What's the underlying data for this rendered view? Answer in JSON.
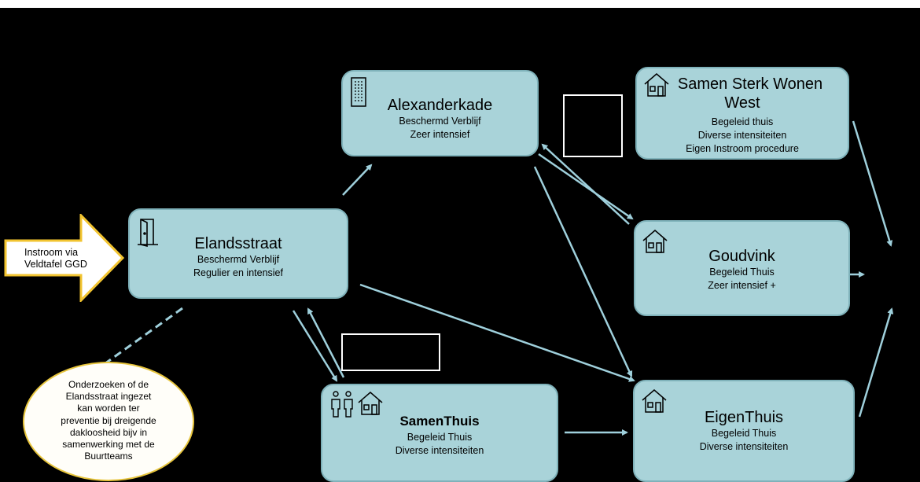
{
  "instroom": {
    "line1": "Instroom via",
    "line2": "Veldtafel GGD"
  },
  "note": {
    "lines": [
      "Onderzoeken of de",
      "Elandsstraat ingezet",
      "kan worden ter",
      "preventie bij dreigende",
      "dakloosheid bijv in",
      "samenwerking met de",
      "Buurtteams"
    ]
  },
  "nodes": {
    "elandsstraat": {
      "title": "Elandsstraat",
      "lines": [
        "Beschermd Verblijf",
        "Regulier en intensief"
      ],
      "icon": "door-icon"
    },
    "alexanderkade": {
      "title": "Alexanderkade",
      "lines": [
        "Beschermd Verblijf",
        "Zeer intensief"
      ],
      "icon": "building-icon"
    },
    "samen_sterk": {
      "title_lines": [
        "Samen Sterk Wonen",
        "West"
      ],
      "lines": [
        "Begeleid thuis",
        "Diverse intensiteiten",
        "Eigen Instroom procedure"
      ],
      "icon": "house-icon"
    },
    "goudvink": {
      "title": "Goudvink",
      "lines": [
        "Begeleid Thuis",
        "Zeer intensief +"
      ],
      "icon": "house-icon"
    },
    "samenthuis": {
      "title": "SamenThuis",
      "lines": [
        "Begeleid Thuis",
        "Diverse intensiteiten"
      ],
      "icons": [
        "people-icon",
        "house-icon"
      ]
    },
    "eigenthuis": {
      "title": "EigenThuis",
      "lines": [
        "Begeleid Thuis",
        "Diverse intensiteiten"
      ],
      "icon": "house-icon"
    }
  },
  "colors": {
    "box_fill": "#a9d3d9",
    "box_border": "#7fb2ba",
    "arrow": "#9fd0dc",
    "callout_border": "#e7c53d",
    "instroom_border": "#f2c430"
  }
}
